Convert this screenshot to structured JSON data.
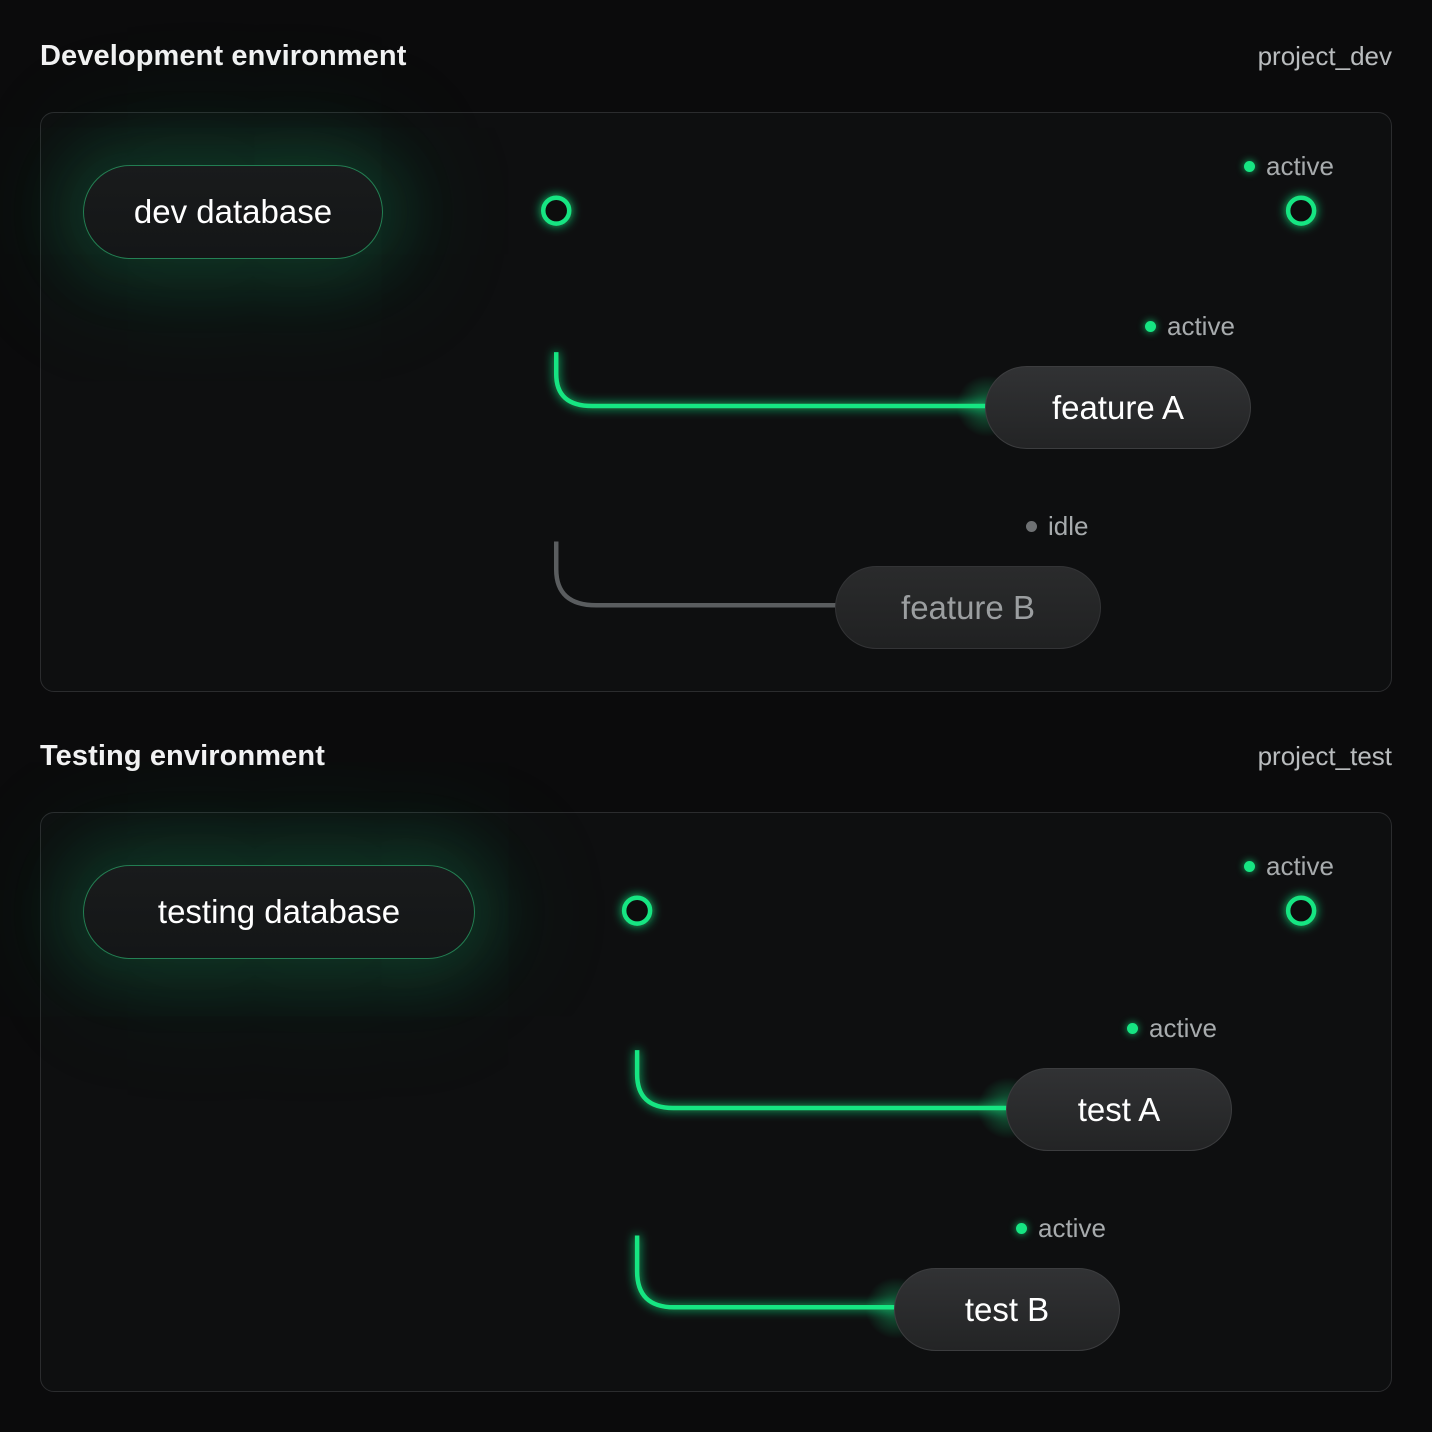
{
  "palette": {
    "page_background": "#0b0b0c",
    "card_background": "#0e0f10",
    "card_border": "#2b2c2e",
    "accent_green": "#16e582",
    "idle_gray": "#6e7173",
    "text_primary": "#ffffff",
    "text_muted": "#a7abad"
  },
  "sections": [
    {
      "title": "Development environment",
      "project": "project_dev",
      "root": {
        "label": "dev database",
        "state": "active"
      },
      "trunk_state": "active",
      "main_branch": {
        "state": "active",
        "status_label": "active"
      },
      "children": [
        {
          "label": "feature A",
          "state": "active",
          "status_label": "active"
        },
        {
          "label": "feature B",
          "state": "idle",
          "status_label": "idle"
        }
      ]
    },
    {
      "title": "Testing environment",
      "project": "project_test",
      "root": {
        "label": "testing database",
        "state": "active"
      },
      "trunk_state": "active",
      "main_branch": {
        "state": "active",
        "status_label": "active"
      },
      "children": [
        {
          "label": "test A",
          "state": "active",
          "status_label": "active"
        },
        {
          "label": "test B",
          "state": "active",
          "status_label": "active"
        }
      ]
    }
  ]
}
